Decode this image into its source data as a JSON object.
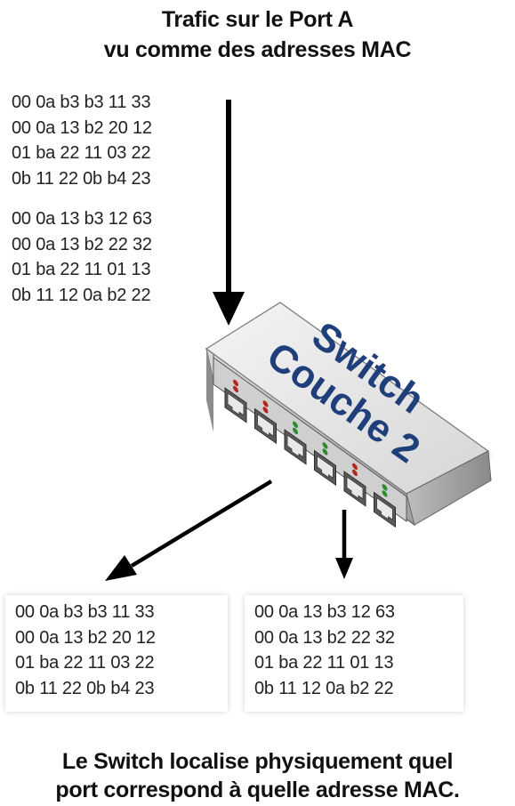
{
  "title": {
    "line1": "Trafic sur le Port A",
    "line2": "vu comme des adresses MAC"
  },
  "incoming_traffic": {
    "group1": [
      "00 0a b3 b3 11 33",
      "00 0a 13 b2 20 12",
      "01 ba 22 11 03 22",
      "0b 11 22 0b b4 23"
    ],
    "group2": [
      "00 0a 13 b3 12 63",
      "00 0a 13 b2 22 32",
      "01 ba 22 11 01 13",
      "0b 11 12 0a b2 22"
    ]
  },
  "switch": {
    "label_line1": "Switch",
    "label_line2": "Couche 2",
    "port_count": 6,
    "label_color": "#1f3f7a"
  },
  "outputs": {
    "left": [
      "00 0a b3 b3 11 33",
      "00 0a 13 b2 20 12",
      "01 ba 22 11 03 22",
      "0b 11 22 0b b4 23"
    ],
    "right": [
      "00 0a 13 b3 12 63",
      "00 0a 13 b2 22 32",
      "01 ba 22 11 01 13",
      "0b 11 12 0a b2 22"
    ]
  },
  "footer": {
    "line1": "Le Switch localise physiquement quel",
    "line2": "port correspond à quelle adresse MAC."
  }
}
